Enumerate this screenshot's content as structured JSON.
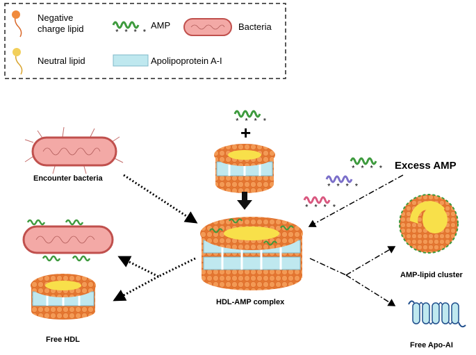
{
  "legend": {
    "negative_lipid": "Negative charge lipid",
    "negative_lipid_line1": "Negative",
    "negative_lipid_line2": "charge lipid",
    "neutral_lipid": "Neutral  lipid",
    "amp": "AMP",
    "bacteria": "Bacteria",
    "apolipoprotein": "Apolipoprotein A-I"
  },
  "labels": {
    "encounter_bacteria": "Encounter bacteria",
    "excess_amp": "Excess AMP",
    "free_hdl": "Free HDL",
    "hdl_amp_complex": "HDL-AMP complex",
    "amp_lipid_cluster": "AMP-lipid cluster",
    "free_apo_ai": "Free Apo-AI"
  },
  "symbols": {
    "plus": "+",
    "amp_charge": "* * * *"
  },
  "colors": {
    "negative_lipid": "#f08a3c",
    "neutral_lipid": "#f2cf5a",
    "amp": "#3d9a3d",
    "amp_purple": "#7b6fc9",
    "amp_pink": "#d9577f",
    "bacteria_fill": "#f3a9a6",
    "bacteria_outline": "#c0504d",
    "apolipoprotein": "#bfe8ef",
    "apolipoprotein_outline": "#7fb8c9",
    "hdl_core": "#f8e04a",
    "free_apo_ai": "#1f4e8c"
  }
}
